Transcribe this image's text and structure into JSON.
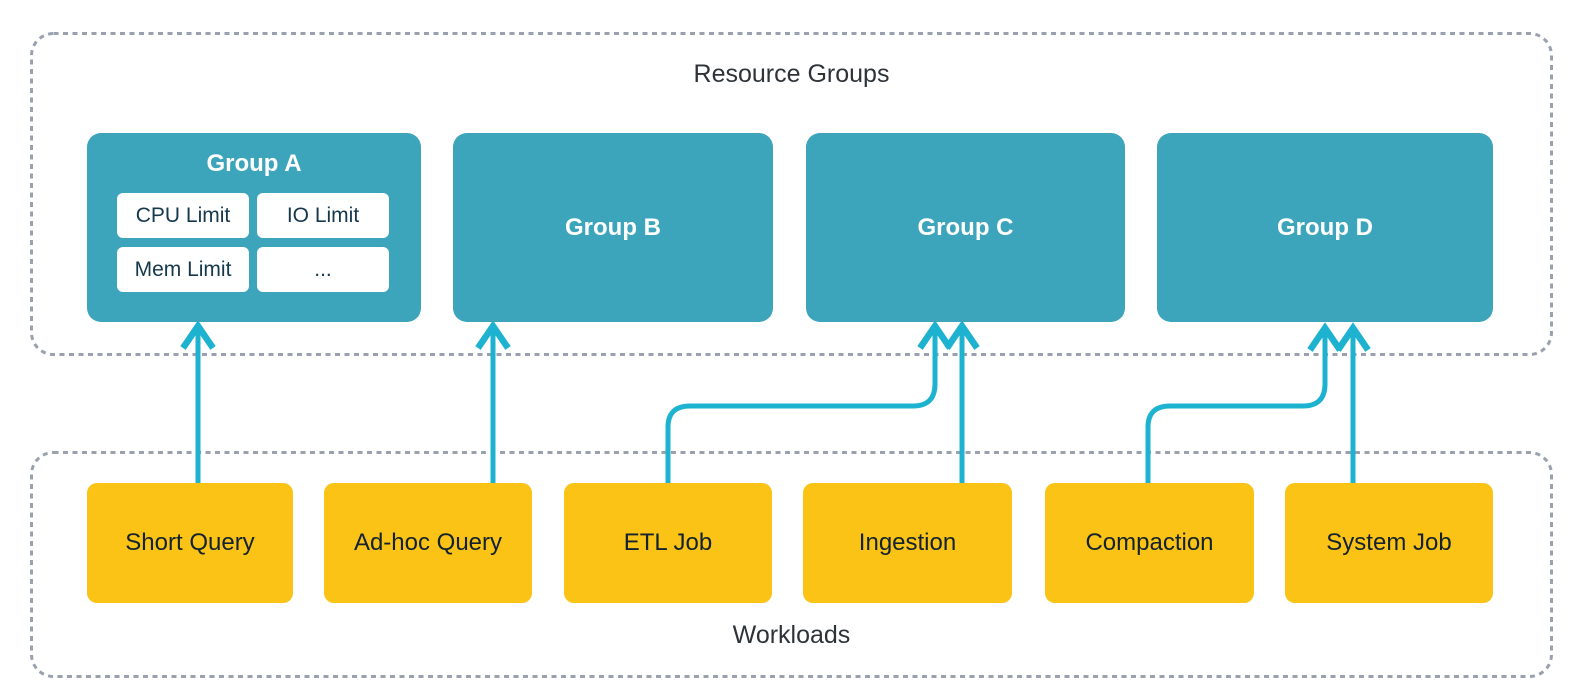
{
  "resource_groups": {
    "title": "Resource Groups",
    "groups": [
      {
        "label": "Group A",
        "limits": [
          "CPU Limit",
          "IO Limit",
          "Mem Limit",
          "..."
        ]
      },
      {
        "label": "Group B",
        "limits": []
      },
      {
        "label": "Group C",
        "limits": []
      },
      {
        "label": "Group D",
        "limits": []
      }
    ]
  },
  "workloads": {
    "title": "Workloads",
    "items": [
      {
        "label": "Short Query"
      },
      {
        "label": "Ad-hoc Query"
      },
      {
        "label": "ETL Job"
      },
      {
        "label": "Ingestion"
      },
      {
        "label": "Compaction"
      },
      {
        "label": "System Job"
      }
    ]
  },
  "connections": [
    {
      "from": "Short Query",
      "to": "Group A",
      "shape": "straight"
    },
    {
      "from": "Ad-hoc Query",
      "to": "Group B",
      "shape": "straight"
    },
    {
      "from": "ETL Job",
      "to": "Group C",
      "shape": "curved"
    },
    {
      "from": "Ingestion",
      "to": "Group C",
      "shape": "straight"
    },
    {
      "from": "Compaction",
      "to": "Group D",
      "shape": "curved"
    },
    {
      "from": "System Job",
      "to": "Group D",
      "shape": "straight"
    }
  ],
  "colors": {
    "background": "#FFFFFF",
    "teal": "#3CA5BB",
    "yellow": "#FBC315",
    "arrow": "#1DB2D0",
    "dash_border": "#9AA1AE",
    "group_label": "#FFFFFF",
    "chip_bg": "#FFFFFF",
    "chip_text": "#15384D",
    "workload_text": "#13222E",
    "container_title_text": "#2E3338"
  }
}
